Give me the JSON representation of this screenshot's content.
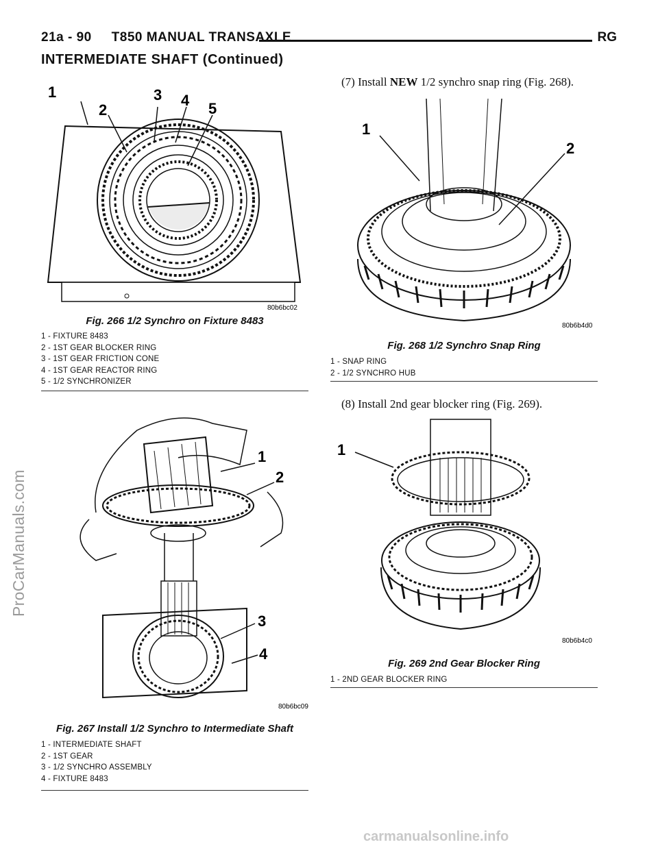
{
  "header": {
    "page_number": "21a - 90",
    "title": "T850 MANUAL TRANSAXLE",
    "vehicle": "RG"
  },
  "section_title": "INTERMEDIATE SHAFT (Continued)",
  "figures": {
    "fig266": {
      "code": "80b6bc02",
      "caption": "Fig. 266 1/2 Synchro on Fixture 8483",
      "callouts": [
        "1",
        "2",
        "3",
        "4",
        "5"
      ],
      "legend": [
        "1 - FIXTURE 8483",
        "2 - 1ST GEAR BLOCKER RING",
        "3 - 1ST GEAR FRICTION CONE",
        "4 - 1ST GEAR REACTOR RING",
        "5 - 1/2 SYNCHRONIZER"
      ]
    },
    "fig267": {
      "code": "80b6bc09",
      "caption": "Fig. 267 Install 1/2 Synchro to Intermediate Shaft",
      "callouts": [
        "1",
        "2",
        "3",
        "4"
      ],
      "legend": [
        "1 - INTERMEDIATE SHAFT",
        "2 - 1ST GEAR",
        "3 - 1/2 SYNCHRO ASSEMBLY",
        "4 - FIXTURE 8483"
      ]
    },
    "fig268": {
      "code": "80b6b4d0",
      "caption": "Fig. 268 1/2 Synchro Snap Ring",
      "callouts": [
        "1",
        "2"
      ],
      "legend": [
        "1 - SNAP RING",
        "2 - 1/2 SYNCHRO HUB"
      ]
    },
    "fig269": {
      "code": "80b6b4c0",
      "caption": "Fig. 269 2nd Gear Blocker Ring",
      "callouts": [
        "1"
      ],
      "legend": [
        "1 - 2ND GEAR BLOCKER RING"
      ]
    }
  },
  "steps": {
    "step7": {
      "prefix": "(7) Install ",
      "emphasis": "NEW",
      "suffix": " 1/2 synchro snap ring (Fig. 268)."
    },
    "step8": {
      "text": "(8) Install 2nd gear blocker ring (Fig. 269)."
    }
  },
  "watermark": "ProCarManuals.com",
  "footer_watermark": "carmanualsonline.info"
}
